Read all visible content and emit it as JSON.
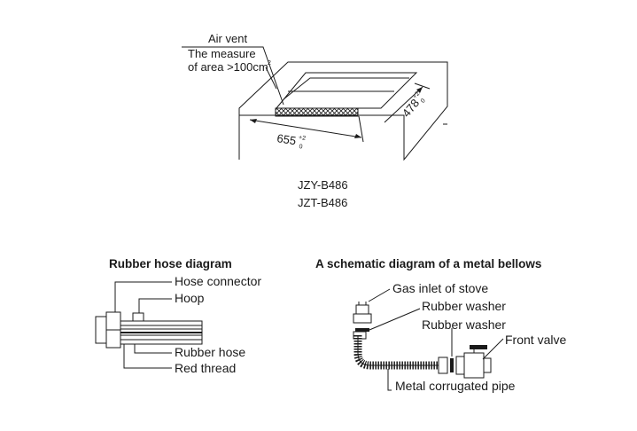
{
  "top_figure": {
    "air_vent": "Air vent",
    "measure_line1": "The measure",
    "measure_line2": "of area >100cm",
    "measure_sup": "2",
    "dim_width": "655",
    "dim_width_tol_upper": "+2",
    "dim_width_tol_lower": "0",
    "dim_depth": "478",
    "dim_depth_tol_upper": "+2",
    "dim_depth_tol_lower": "0"
  },
  "models": [
    "JZY-B486",
    "JZT-B486"
  ],
  "rubber_hose": {
    "title": "Rubber hose diagram",
    "labels": [
      "Hose connector",
      "Hoop",
      "Rubber hose",
      "Red thread"
    ]
  },
  "metal_bellows": {
    "title": "A schematic diagram of a metal bellows",
    "labels": [
      "Gas inlet of stove",
      "Rubber washer",
      "Rubber washer",
      "Front valve",
      "Metal corrugated pipe"
    ]
  }
}
